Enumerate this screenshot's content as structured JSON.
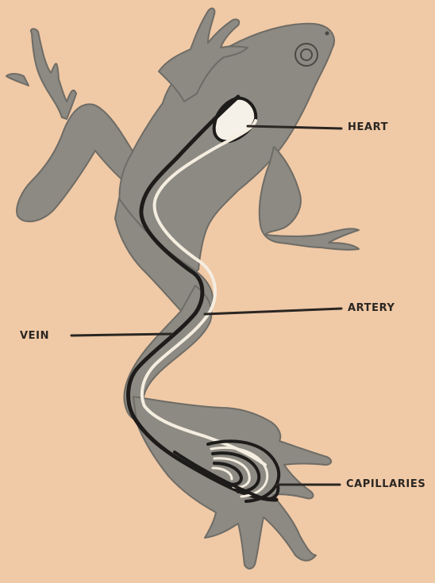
{
  "labels": {
    "heart": "HEART",
    "artery": "ARTERY",
    "vein": "VEIN",
    "capillaries": "CAPILLARIES"
  },
  "colors": {
    "background": "#f0c9a6",
    "frog_body": "#8c8a82",
    "frog_outline": "#6e6c66",
    "vein": "#1e1c1a",
    "artery": "#f4ede0",
    "leader_line": "#2a2622"
  }
}
